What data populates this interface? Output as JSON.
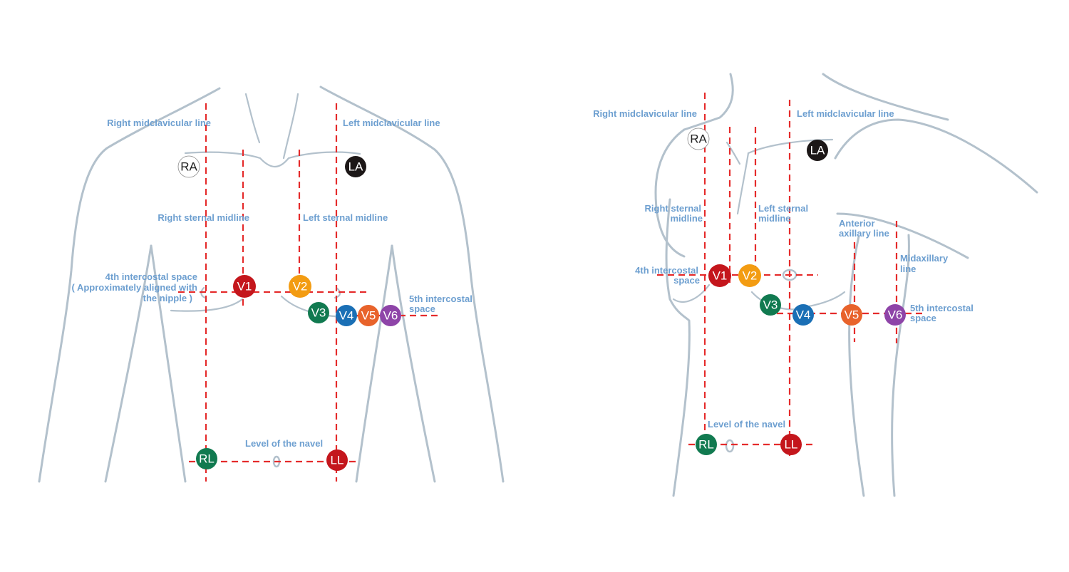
{
  "front": {
    "labels": {
      "right_midclavicular": "Right midclavicular line",
      "left_midclavicular": "Left midclavicular line",
      "right_sternal": "Right sternal midline",
      "left_sternal": "Left sternal midline",
      "fourth_ics_1": "4th intercostal space",
      "fourth_ics_2": "( Approximately aligned with",
      "fourth_ics_3": "the nipple )",
      "fifth_ics_1": "5th intercostal",
      "fifth_ics_2": "space",
      "navel": "Level of the navel"
    },
    "electrodes": [
      {
        "id": "RA",
        "label": "RA",
        "color": "#ffffff",
        "text_color": "#222222"
      },
      {
        "id": "LA",
        "label": "LA",
        "color": "#1c1717",
        "text_color": "#ffffff"
      },
      {
        "id": "V1",
        "label": "V1",
        "color": "#c4161c",
        "text_color": "#ffffff"
      },
      {
        "id": "V2",
        "label": "V2",
        "color": "#f39c12",
        "text_color": "#ffffff"
      },
      {
        "id": "V3",
        "label": "V3",
        "color": "#117a50",
        "text_color": "#ffffff"
      },
      {
        "id": "V4",
        "label": "V4",
        "color": "#1a6fb5",
        "text_color": "#ffffff"
      },
      {
        "id": "V5",
        "label": "V5",
        "color": "#e8632b",
        "text_color": "#ffffff"
      },
      {
        "id": "V6",
        "label": "V6",
        "color": "#8e44a8",
        "text_color": "#ffffff"
      },
      {
        "id": "RL",
        "label": "RL",
        "color": "#117a50",
        "text_color": "#ffffff"
      },
      {
        "id": "LL",
        "label": "LL",
        "color": "#c4161c",
        "text_color": "#ffffff"
      }
    ]
  },
  "side": {
    "labels": {
      "right_midclavicular": "Right midclavicular line",
      "left_midclavicular": "Left midclavicular line",
      "right_sternal_1": "Right sternal",
      "right_sternal_2": "midline",
      "left_sternal_1": "Left sternal",
      "left_sternal_2": "midline",
      "anterior_axillary_1": "Anterior",
      "anterior_axillary_2": "axillary line",
      "midaxillary_1": "Midaxillary",
      "midaxillary_2": "line",
      "fourth_ics_1": "4th intercostal",
      "fourth_ics_2": "space",
      "fifth_ics_1": "5th intercostal",
      "fifth_ics_2": "space",
      "navel": "Level of the navel"
    },
    "electrodes": [
      {
        "id": "RA",
        "label": "RA",
        "color": "#ffffff",
        "text_color": "#222222"
      },
      {
        "id": "LA",
        "label": "LA",
        "color": "#1c1717",
        "text_color": "#ffffff"
      },
      {
        "id": "V1",
        "label": "V1",
        "color": "#c4161c",
        "text_color": "#ffffff"
      },
      {
        "id": "V2",
        "label": "V2",
        "color": "#f39c12",
        "text_color": "#ffffff"
      },
      {
        "id": "V3",
        "label": "V3",
        "color": "#117a50",
        "text_color": "#ffffff"
      },
      {
        "id": "V4",
        "label": "V4",
        "color": "#1a6fb5",
        "text_color": "#ffffff"
      },
      {
        "id": "V5",
        "label": "V5",
        "color": "#e8632b",
        "text_color": "#ffffff"
      },
      {
        "id": "V6",
        "label": "V6",
        "color": "#8e44a8",
        "text_color": "#ffffff"
      },
      {
        "id": "RL",
        "label": "RL",
        "color": "#117a50",
        "text_color": "#ffffff"
      },
      {
        "id": "LL",
        "label": "LL",
        "color": "#c4161c",
        "text_color": "#ffffff"
      }
    ]
  }
}
